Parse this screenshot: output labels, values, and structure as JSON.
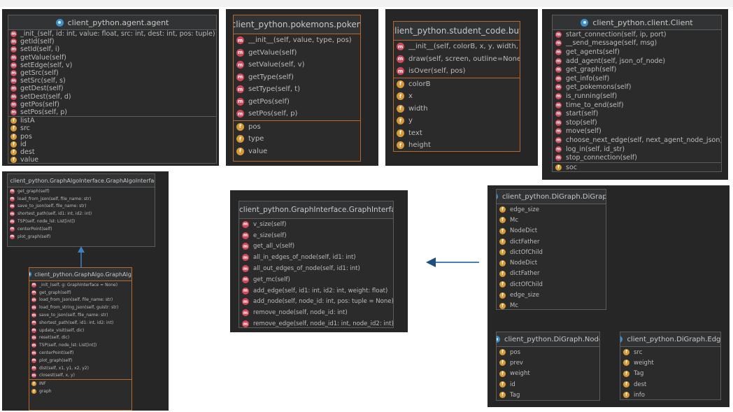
{
  "colors": {
    "panel_background": "#262626",
    "box_background": "#2b2b2b",
    "method_badge": "#d3495b",
    "field_badge": "#d99a36",
    "class_icon": "#3d8ec9",
    "arrow": "#2f6fa8"
  },
  "badges": {
    "method": "m",
    "field": "f"
  },
  "diagrams": {
    "agent": {
      "title": "client_python.agent.agent",
      "methods": [
        "_init_(self, id: int, value: float, src: int, dest: int, pos: tuple)",
        "getId(self)",
        "setId(self, i)",
        "getValue(self)",
        "setEdge(self, v)",
        "getSrc(self)",
        "setSrc(self, s)",
        "getDest(self)",
        "setDest(self, d)",
        "getPos(self)",
        "setPos(self, p)"
      ],
      "fields": [
        "listA",
        "src",
        "pos",
        "id",
        "dest",
        "value"
      ]
    },
    "pokemon": {
      "title": "client_python.pokemons.pokemon",
      "methods": [
        "__init__(self, value, type, pos)",
        "getValue(self)",
        "setValue(self, v)",
        "getType(self)",
        "setType(self, t)",
        "getPos(self)",
        "setPos(self, p)"
      ],
      "fields": [
        "pos",
        "type",
        "value"
      ]
    },
    "button": {
      "title": "client_python.student_code.button",
      "methods": [
        "__init__(self, colorB, x, y, width, height, text='')",
        "draw(self, screen, outline=None)",
        "isOver(self, pos)"
      ],
      "fields": [
        "colorB",
        "x",
        "width",
        "y",
        "text",
        "height"
      ]
    },
    "client": {
      "title": "client_python.client.Client",
      "methods": [
        "start_connection(self, ip, port)",
        "__send_message(self, msg)",
        "get_agents(self)",
        "add_agent(self, json_of_node)",
        "get_graph(self)",
        "get_info(self)",
        "get_pokemons(self)",
        "is_running(self)",
        "time_to_end(self)",
        "start(self)",
        "stop(self)",
        "move(self)",
        "choose_next_edge(self, next_agent_node_json)",
        "log_in(self, id_str)",
        "stop_connection(self)"
      ],
      "fields": [
        "soc"
      ]
    },
    "graph_algo_interface": {
      "title": "client_python.GraphAlgoInterface.GraphAlgoInterface",
      "methods": [
        "get_graph(self)",
        "load_from_json(self, file_name: str)",
        "save_to_json(self, file_name: str)",
        "shortest_path(self, id1: int, id2: int)",
        "TSP(self, node_lst: List[int])",
        "centerPoint(self)",
        "plot_graph(self)"
      ],
      "fields": []
    },
    "graph_algo": {
      "title": "client_python.GraphAlgo.GraphAlgo",
      "methods": [
        "_init_(self, g: GraphInterface = None)",
        "get_graph(self)",
        "load_from_json(self, file_name: str)",
        "load_from_string_json(self, guistr: str)",
        "save_to_json(self, file_name: str)",
        "shortest_path(self, id1: int, id2: int)",
        "update_visit(self, dic)",
        "reset(self, dic)",
        "TSP(self, node_lst: List[int])",
        "centerPoint(self)",
        "plot_graph(self)",
        "dist(self, x1, y1, x2, y2)",
        "closest(self, x, y)"
      ],
      "fields": [
        "INF",
        "graph"
      ]
    },
    "graph_interface": {
      "title": "client_python.GraphInterface.GraphInterface",
      "methods": [
        "v_size(self)",
        "e_size(self)",
        "get_all_v(self)",
        "all_in_edges_of_node(self, id1: int)",
        "all_out_edges_of_node(self, id1: int)",
        "get_mc(self)",
        "add_edge(self, id1: int, id2: int, weight: float)",
        "add_node(self, node_id: int, pos: tuple = None)",
        "remove_node(self, node_id: int)",
        "remove_edge(self, node_id1: int, node_id2: int)"
      ],
      "fields": []
    },
    "digraph": {
      "title": "client_python.DiGraph.DiGraph",
      "methods": [],
      "fields": [
        "edge_size",
        "Mc",
        "NodeDict",
        "dictFather",
        "dictOfChild",
        "NodeDict",
        "dictFather",
        "dictOfChild",
        "edge_size",
        "Mc"
      ]
    },
    "node": {
      "title": "client_python.DiGraph.Node",
      "methods": [],
      "fields": [
        "pos",
        "prev",
        "weight",
        "id",
        "Tag"
      ]
    },
    "edge": {
      "title": "client_python.DiGraph.Edge",
      "methods": [],
      "fields": [
        "src",
        "weight",
        "Tag",
        "dest",
        "info"
      ]
    }
  }
}
